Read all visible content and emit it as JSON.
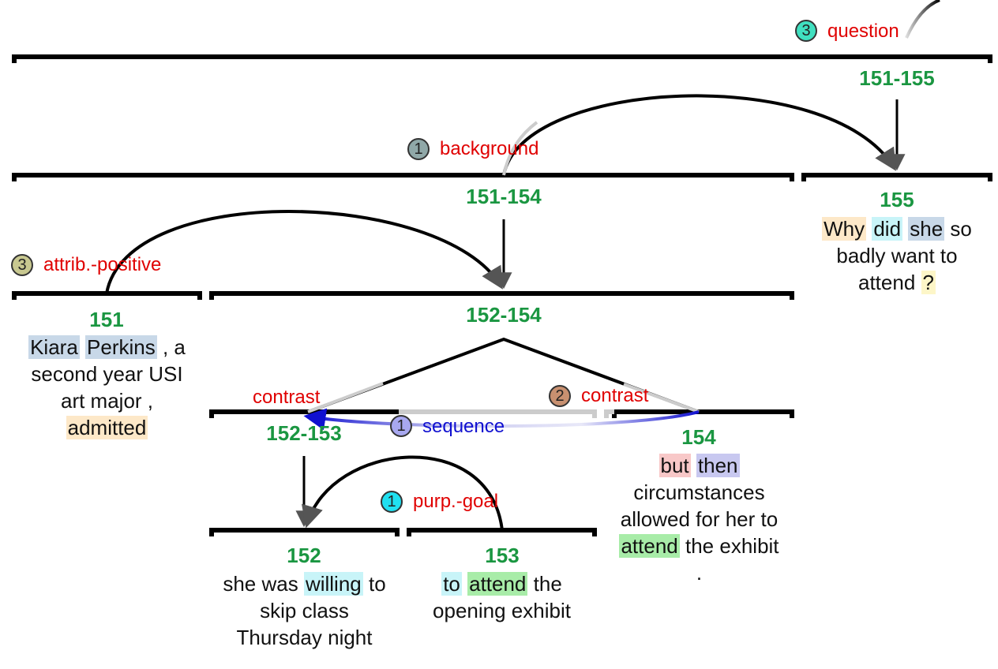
{
  "colors": {
    "span_label": "#1a9641",
    "relation": "#e00000",
    "multinuclear": "#1010d0",
    "hl_peach": "#fde8c8",
    "hl_cyan": "#c8f4f8",
    "hl_steel": "#c8d8e8",
    "hl_yellow": "#fdf6c8",
    "hl_pink": "#f8c8c8",
    "hl_lavender": "#c8c8f0",
    "hl_green": "#a8eca8"
  },
  "spans": {
    "s151_155": "151-155",
    "s151_154": "151-154",
    "s155": "155",
    "s151": "151",
    "s152_154": "152-154",
    "s152_153": "152-153",
    "s154": "154",
    "s152": "152",
    "s153": "153"
  },
  "relations": {
    "question": {
      "badge": "3",
      "label": "question",
      "badge_color": "#40e0c0"
    },
    "background": {
      "badge": "1",
      "label": "background",
      "badge_color": "#90a8a8"
    },
    "attrib_positive": {
      "badge": "3",
      "label": "attrib.-positive",
      "badge_color": "#c8c890"
    },
    "contrast_left": {
      "label": "contrast"
    },
    "contrast_right": {
      "badge": "2",
      "label": "contrast",
      "badge_color": "#c89070"
    },
    "sequence": {
      "badge": "1",
      "label": "sequence",
      "badge_color": "#a8a8f0"
    },
    "purp_goal": {
      "badge": "1",
      "label": "purp.-goal",
      "badge_color": "#20e0f0"
    }
  },
  "edus": {
    "e155": {
      "w_why": "Why",
      "w_did": "did",
      "w_she": "she",
      "t1": "so",
      "line2": "badly want to",
      "t3": "attend",
      "w_q": "?"
    },
    "e151": {
      "w_kiara": "Kiara",
      "w_perkins": "Perkins",
      "t1": ", a",
      "line2": "second year USI",
      "line3": "art major ,",
      "w_admitted": "admitted"
    },
    "e154": {
      "w_but": "but",
      "w_then": "then",
      "line2": "circumstances",
      "line3": "allowed for her to",
      "w_attend": "attend",
      "t4": "the exhibit",
      "line5": "."
    },
    "e152": {
      "t1": "she was",
      "w_willing": "willing",
      "t1b": "to",
      "line2": "skip class",
      "line3": "Thursday night"
    },
    "e153": {
      "w_to": "to",
      "w_attend": "attend",
      "t1": "the",
      "line2": "opening exhibit"
    }
  }
}
